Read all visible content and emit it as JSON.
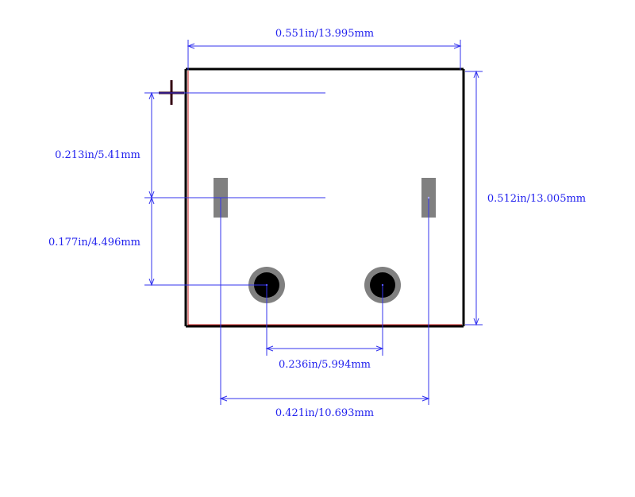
{
  "footprint": {
    "outline_color": "#000000",
    "silkscreen_color": "#cc2222",
    "dimension_color": "#3333ee",
    "pad_color": "#808080",
    "hole_color": "#000000",
    "origin_marker_color": "#330011"
  },
  "dimensions": {
    "overall_width": "0.551in/13.995mm",
    "overall_height": "0.512in/13.005mm",
    "marker_to_pads": "0.213in/5.41mm",
    "pads_to_holes": "0.177in/4.496mm",
    "hole_spacing": "0.236in/5.994mm",
    "pad_spacing": "0.421in/10.693mm"
  },
  "icons": {
    "origin": "crosshair-icon"
  }
}
